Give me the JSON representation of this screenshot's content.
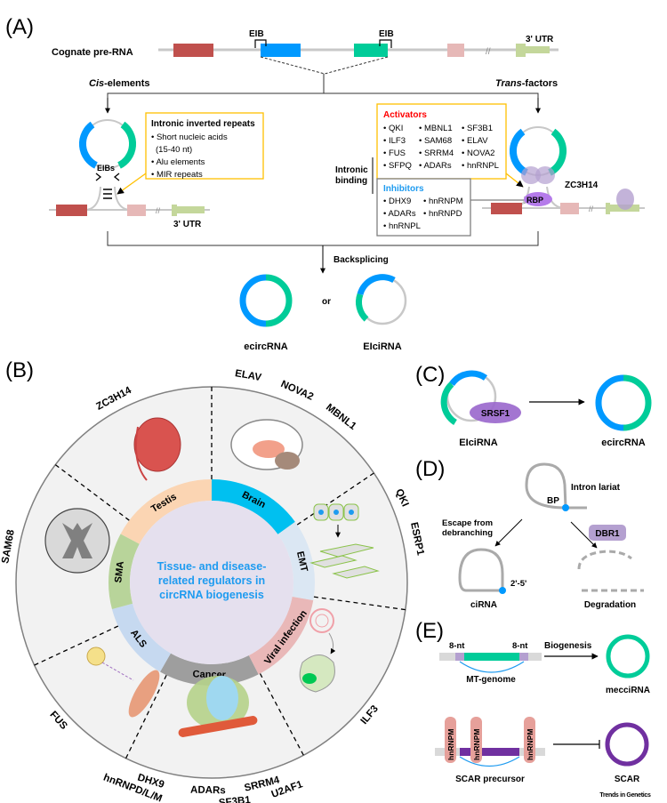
{
  "panels": {
    "a": {
      "label": "(A)",
      "cognate_label": "Cognate pre-RNA",
      "eib_left": "EIB",
      "eib_right": "EIB",
      "utr": "3' UTR",
      "cis_title_italic": "Cis",
      "cis_title_rest": "-elements",
      "trans_title_italic": "Trans",
      "trans_title_rest": "-factors",
      "eibs_label": "EIBs",
      "utr_left": "3' UTR",
      "repeats_box": {
        "title": "Intronic inverted repeats",
        "items": [
          "• Short nucleic acids",
          "(15-40 nt)",
          "• Alu elements",
          "• MIR repeats"
        ]
      },
      "activators": {
        "title": "Activators",
        "col1": [
          "• QKI",
          "• ILF3",
          "• FUS",
          "• SFPQ"
        ],
        "col2": [
          "• MBNL1",
          "• SAM68",
          "• SRRM4",
          "• ADARs"
        ],
        "col3": [
          "• SF3B1",
          "• ELAV",
          "• NOVA2",
          "• hnRNPL"
        ]
      },
      "inhibitors": {
        "title": "Inhibitors",
        "col1": [
          "• DHX9",
          "• ADARs",
          "• hnRNPL"
        ],
        "col2": [
          "• hnRNPM",
          "• hnRNPD"
        ]
      },
      "intronic_binding": [
        "Intronic",
        "binding"
      ],
      "rbp": "RBP",
      "zc3h14": "ZC3H14",
      "backsplicing": "Backsplicing",
      "or": "or",
      "ecircrna": "ecircRNA",
      "eicirna": "EIciRNA"
    },
    "b": {
      "label": "(B)",
      "center_text": [
        "Tissue- and disease-",
        "related regulators in",
        "circRNA biogenesis"
      ],
      "segments": [
        {
          "name": "Testis",
          "color": "#fbd5b3",
          "regulators": [
            "ZC3H14"
          ]
        },
        {
          "name": "Brain",
          "color": "#00c0f0",
          "regulators": [
            "ELAV",
            "NOVA2",
            "MBNL1"
          ]
        },
        {
          "name": "EMT",
          "color": "#dbe7f3",
          "regulators": [
            "QKI",
            "ESRP1"
          ]
        },
        {
          "name": "Viral infection",
          "color": "#e9b8b8",
          "regulators": [
            "ILF3"
          ]
        },
        {
          "name": "Cancer",
          "color": "#9e9e9e",
          "regulators": [
            "DHX9",
            "hnRNPD/L/M",
            "ADARs",
            "SF3B1",
            "SRRM4",
            "U2AF1"
          ]
        },
        {
          "name": "ALS",
          "color": "#c6d9f0",
          "regulators": [
            "FUS"
          ]
        },
        {
          "name": "SMA",
          "color": "#b8d49a",
          "regulators": [
            "SAM68"
          ]
        }
      ]
    },
    "c": {
      "label": "(C)",
      "srsf1": "SRSF1",
      "eicirna": "EIciRNA",
      "ecircrna": "ecircRNA"
    },
    "d": {
      "label": "(D)",
      "intron_lariat": "Intron lariat",
      "bp": "BP",
      "escape": [
        "Escape from",
        "debranching"
      ],
      "dbr1": "DBR1",
      "linkage": "2'-5'",
      "cirna": "ciRNA",
      "degradation": "Degradation"
    },
    "e": {
      "label": "(E)",
      "nt_left": "8-nt",
      "nt_right": "8-nt",
      "biogenesis": "Biogenesis",
      "mt_genome": "MT-genome",
      "meccirna": "mecciRNA",
      "hnrnpm": "hnRNPM",
      "scar_precursor": "SCAR precursor",
      "scar": "SCAR"
    }
  },
  "footer": "Trends in Genetics",
  "colors": {
    "exon_blue": "#0099ff",
    "exon_green": "#00cc99",
    "exon_red": "#c0504d",
    "exon_pink": "#e6b8b7",
    "utr_green": "#c4d79b",
    "intron_gray": "#c8c8c8",
    "box_yellow": "#ffc000",
    "activator_red": "#ff0000",
    "inhibitor_blue": "#1e9bf0",
    "rbp_purple": "#b57bea",
    "srsf1_purple": "#9966cc",
    "dbr1_purple": "#b4a0d0",
    "scar_purple": "#7030a0",
    "hnrnpm_pink": "#e6a09a",
    "center_text_blue": "#1e9bf0"
  }
}
